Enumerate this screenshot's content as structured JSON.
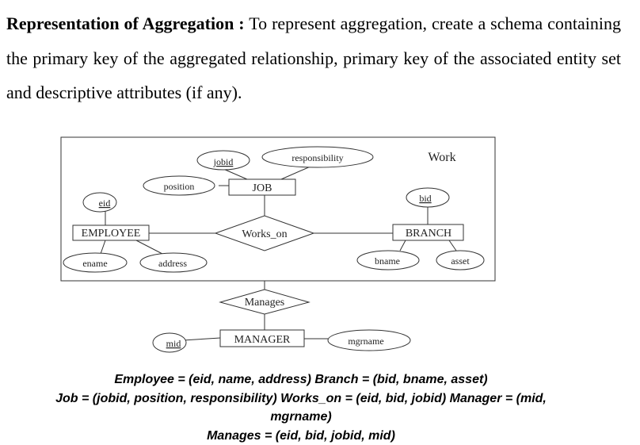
{
  "paragraph": {
    "heading": "Representation of Aggregation :",
    "text": " To represent aggregation, create a schema containing the primary key of the aggregated relationship, primary key of the associated entity set and descriptive attributes (if any)."
  },
  "diagram": {
    "aggregation_label": "Work",
    "entities": {
      "employee": "EMPLOYEE",
      "job": "JOB",
      "branch": "BRANCH",
      "manager": "MANAGER"
    },
    "relationships": {
      "works_on": "Works_on",
      "manages": "Manages"
    },
    "attributes": {
      "eid": "eid",
      "ename": "ename",
      "address": "address",
      "jobid": "jobid",
      "position": "position",
      "responsibility": "responsibility",
      "bid": "bid",
      "bname": "bname",
      "asset": "asset",
      "mid": "mid",
      "mgrname": "mgrname"
    }
  },
  "schemas": {
    "line1": "Employee = (eid, name, address) Branch = (bid, bname, asset)",
    "line2": "Job = (jobid, position, responsibility) Works_on = (eid, bid, jobid) Manager = (mid,",
    "line3": "mgrname)",
    "line4": "Manages = (eid, bid, jobid, mid)"
  }
}
